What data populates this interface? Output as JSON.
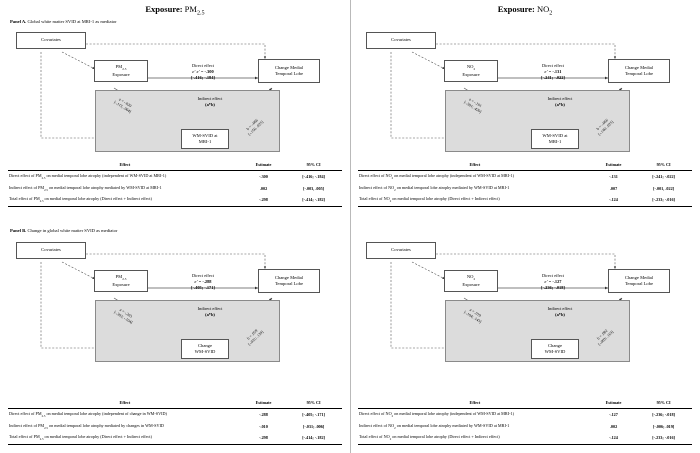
{
  "figure": {
    "left_exposure_title": "Exposure: PM2.5",
    "right_exposure_title": "Exposure: NO2",
    "panel_a_label": "Panel A.",
    "panel_a_text": " Global white matter SVID at MRI-1 as mediator",
    "panel_b_label": "Panel B.",
    "panel_b_text": " Change in global white matter SVID as mediator"
  },
  "nodes": {
    "covariates": "Covariates",
    "pm_exposure_line1": "PM2.5",
    "pm_exposure_line2": "Exposure",
    "no2_exposure_line1": "NO2",
    "no2_exposure_line2": "Exposure",
    "outcome_line1": "Change Medial",
    "outcome_line2": "Temporal Lobe",
    "mediator_a_line1": "WM-SVID at",
    "mediator_a_line2": "MRI-1",
    "mediator_b_line1": "Change",
    "mediator_b_line2": "WM-SVID",
    "indirect_line1": "Indirect effect",
    "indirect_line2": "(a*b)",
    "direct_label": "Direct effect"
  },
  "diagrams": {
    "pm_a": {
      "c_prime": "c' = -.300",
      "c_prime_ci": "[-.416; -.184]",
      "a_path": "a = -.020",
      "a_path_ci": "[-.115, .064]",
      "b_path": "b = -.066",
      "b_path_ci": "[-.156, .025]"
    },
    "pm_b": {
      "c_prime": "c' = -.288",
      "c_prime_ci": "[-.405; -.171]",
      "a_path": "a = -.203",
      "a_path_ci": "[-.303; -.104]",
      "b_path": "b = .059",
      "b_path_ci": "[-.031; .139]"
    },
    "no2_a": {
      "c_prime": "c' = -.131",
      "c_prime_ci": "[-.241; -.022]",
      "a_path": "a = -.101",
      "a_path_ci": "[-.581; .420]",
      "b_path": "b = -.066",
      "b_path_ci": "[-.146; .025]"
    },
    "no2_b": {
      "c_prime": "c' = -.127",
      "c_prime_ci": "[-.236; -.018]",
      "a_path": "a = .019",
      "a_path_ci": "[-.104; .143]",
      "b_path": "b = .082",
      "b_path_ci": "[-.003; .163]"
    }
  },
  "tables": {
    "headers": {
      "effect": "Effect",
      "estimate": "Estimate",
      "ci": "95% CI"
    },
    "pm_a": {
      "rows": [
        {
          "effect": "Direct effect of PM2.5 on medial temporal lobe atrophy (independent of WM-SVID at MRI-1)",
          "estimate": "-.300",
          "ci": "[-.416; -.184]"
        },
        {
          "effect": "Indirect effect of PM2.5 on medial temporal lobe atrophy mediated by WM-SVID at MRI-1",
          "estimate": ".002",
          "ci": "[-.003, .005]"
        },
        {
          "effect": "Total effect of PM2.5 on medial temporal lobe atrophy (Direct effect + Indirect effect)",
          "estimate": "-.298",
          "ci": "[-.414; -.182]"
        }
      ]
    },
    "pm_b": {
      "rows": [
        {
          "effect": "Direct effect of PM2.5 on medial temporal lobe atrophy (independent of change in WM-SVID)",
          "estimate": "-.288",
          "ci": "[-.405; -.171]"
        },
        {
          "effect": "Indirect effect of PM2.5 on medial temporal lobe atrophy mediated by changes in WM-SVID",
          "estimate": "-.010",
          "ci": "[-.031; .006]"
        },
        {
          "effect": "Total effect of PM2.5 on medial temporal lobe atrophy (Direct effect + Indirect effect)",
          "estimate": "-.298",
          "ci": "[-.414; -.182]"
        }
      ]
    },
    "no2_a": {
      "rows": [
        {
          "effect": "Direct effect of NO2 on medial temporal lobe atrophy (independent of WM-SVID at MRI-1)",
          "estimate": "-.131",
          "ci": "[-.241; -.022]"
        },
        {
          "effect": "Indirect effect of NO2 on medial temporal lobe atrophy mediated by WM-SVID at MRI-1",
          "estimate": ".007",
          "ci": "[-.001, .022]"
        },
        {
          "effect": "Total effect of NO2 on medial temporal lobe atrophy (Direct effect + Indirect effect)",
          "estimate": "-.124",
          "ci": "[-.233; -.016]"
        }
      ]
    },
    "no2_b": {
      "rows": [
        {
          "effect": "Direct effect of NO2 on medial temporal lobe atrophy (independent of WM-SVID at MRI-1)",
          "estimate": "-.127",
          "ci": "[-.236; -.018]"
        },
        {
          "effect": "Indirect effect of NO2 on medial temporal lobe atrophy mediated by WM-SVID at MRI-1",
          "estimate": ".002",
          "ci": "[-.006; .019]"
        },
        {
          "effect": "Total effect of NO2 on medial temporal lobe atrophy (Direct effect + Indirect effect)",
          "estimate": "-.124",
          "ci": "[-.233; -.016]"
        }
      ]
    }
  },
  "colors": {
    "shade_fill": "#dcdcdc",
    "line": "#555555",
    "divider": "#b9b9b9"
  }
}
